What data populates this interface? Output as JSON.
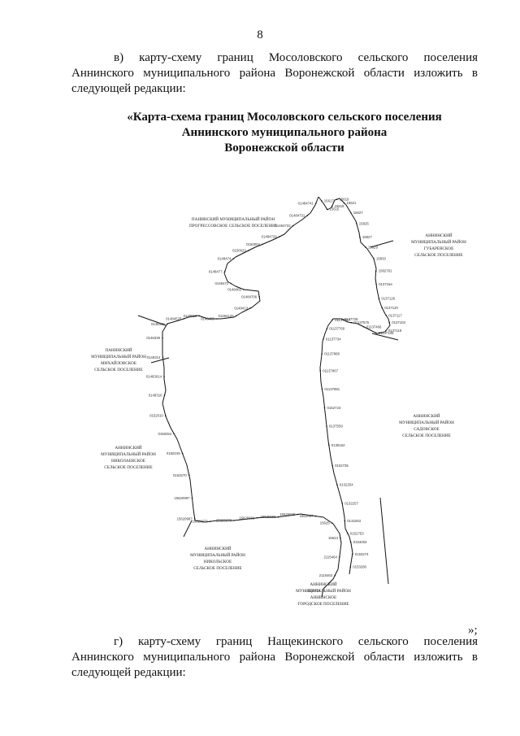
{
  "page_number": "8",
  "para_v": "в) карту-схему границ Мосоловского сельского поселения Аннинского муниципального района Воронежской области изложить в следующей редакции:",
  "map_title": {
    "line1": "«Карта-схема границ Мосоловского сельского поселения",
    "line2": "Аннинского муниципального района",
    "line3": "Воронежской области"
  },
  "region_labels": [
    {
      "id": "n",
      "lines": [
        "ПАНИНСКИЙ МУНИЦИПАЛЬНЫЙ РАЙОН",
        "ПРОГРЕССОВСКОЕ СЕЛЬСКОЕ ПОСЕЛЕНИЕ"
      ]
    },
    {
      "id": "ne",
      "lines": [
        "АННИНСКИЙ",
        "МУНИЦИПАЛЬНЫЙ РАЙОН",
        "ГУБАРЕВСКОЕ",
        "СЕЛЬСКОЕ ПОСЕЛЕНИЕ"
      ]
    },
    {
      "id": "w",
      "lines": [
        "ПАНИНСКИЙ",
        "МУНИЦИПАЛЬНЫЙ РАЙОН",
        "МИХАЙЛОВСКОЕ",
        "СЕЛЬСКОЕ ПОСЕЛЕНИЕ"
      ]
    },
    {
      "id": "e",
      "lines": [
        "АННИНСКИЙ",
        "МУНИЦИПАЛЬНЫЙ РАЙОН",
        "САДОВСКОЕ",
        "СЕЛЬСКОЕ ПОСЕЛЕНИЕ"
      ]
    },
    {
      "id": "sw",
      "lines": [
        "АННИНСКИЙ",
        "МУНИЦИПАЛЬНЫЙ РАЙОН",
        "НИКОЛАЕВСКОЕ",
        "СЕЛЬСКОЕ ПОСЕЛЕНИЕ"
      ]
    },
    {
      "id": "s",
      "lines": [
        "АННИНСКИЙ",
        "МУНИЦИПАЛЬНЫЙ РАЙОН",
        "НИКОЛЬСКОЕ",
        "СЕЛЬСКОЕ ПОСЕЛЕНИЕ"
      ]
    },
    {
      "id": "se",
      "lines": [
        "АННИНСКИЙ",
        "МУНИЦИПАЛЬНЫЙ РАЙОН",
        "АННИНСКОЕ",
        "ГОРОДСКОЕ ПОСЕЛЕНИЕ"
      ]
    }
  ],
  "boundary_points": [
    "15617",
    "15616",
    "15618",
    "15619",
    "15621",
    "15627",
    "15825",
    "15827",
    "15829",
    "15833",
    "1582781",
    "0137164",
    "0137126",
    "0137120",
    "0137117",
    "0137103",
    "0137119",
    "01137105",
    "01137466",
    "01137575",
    "0137728",
    "01137757",
    "01137760",
    "01137734",
    "01137868",
    "01137867",
    "01137881",
    "0152723",
    "0137559",
    "0138162",
    "0152735",
    "0132254",
    "0132257",
    "0132263",
    "0152753",
    "0153253",
    "0153274",
    "0153280",
    "01484741",
    "01484731",
    "01484732",
    "01484729",
    "0150004",
    "0150023",
    "0148474",
    "0148477",
    "0148472",
    "0148461",
    "01484706",
    "0148413",
    "01484125",
    "0148405",
    "0148550",
    "01484525",
    "0148349",
    "0148339",
    "0148314",
    "01483014",
    "0148316",
    "0152010",
    "0150254",
    "0150249",
    "0153270",
    "15620997",
    "15620987",
    "15620973",
    "15626670",
    "15626691",
    "15626696",
    "15626699",
    "1562697",
    "15625",
    "15624",
    "2115464",
    "2115463",
    "2115452"
  ],
  "para_g": "г) карту-схему границ Нащекинского сельского поселения Аннинского муниципального района Воронежской области изложить в следующей редакции:",
  "quote_end": "»;"
}
